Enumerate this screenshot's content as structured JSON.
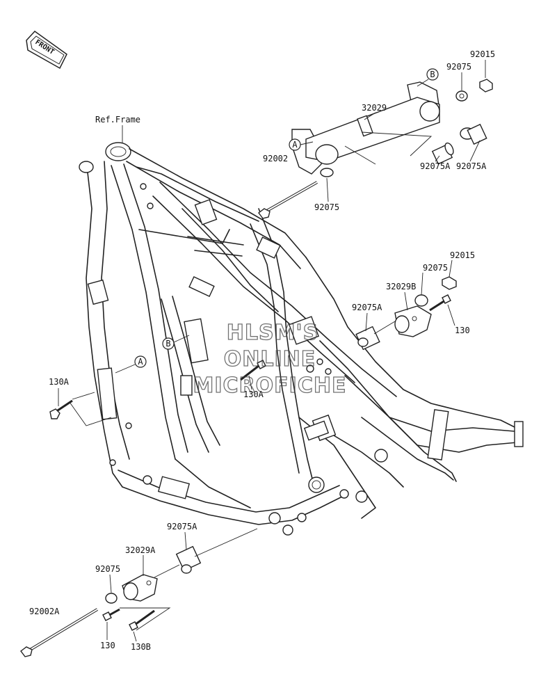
{
  "front_label": "FRONT",
  "ref_frame_label": "Ref.Frame",
  "watermark": [
    "HLSM'S",
    "ONLINE",
    "MICROFICHE"
  ],
  "callouts": {
    "A_top": "A",
    "B_top": "B",
    "A_left": "A",
    "B_left": "B"
  },
  "parts": {
    "p92015_top": "92015",
    "p92075_top": "92075",
    "p32029": "32029",
    "p92075A_right": "92075A",
    "p92075A_mid": "92075A",
    "p92002": "92002",
    "p92075_under": "92075",
    "p92015_mid": "92015",
    "p92075_mid": "92075",
    "p32029B": "32029B",
    "p92075A_mid2": "92075A",
    "p130_mid": "130",
    "p130A_left": "130A",
    "p130A_center": "130A",
    "p92075A_low": "92075A",
    "p32029A": "32029A",
    "p92075_low": "92075",
    "p92002A": "92002A",
    "p130_low": "130",
    "p130B": "130B"
  }
}
